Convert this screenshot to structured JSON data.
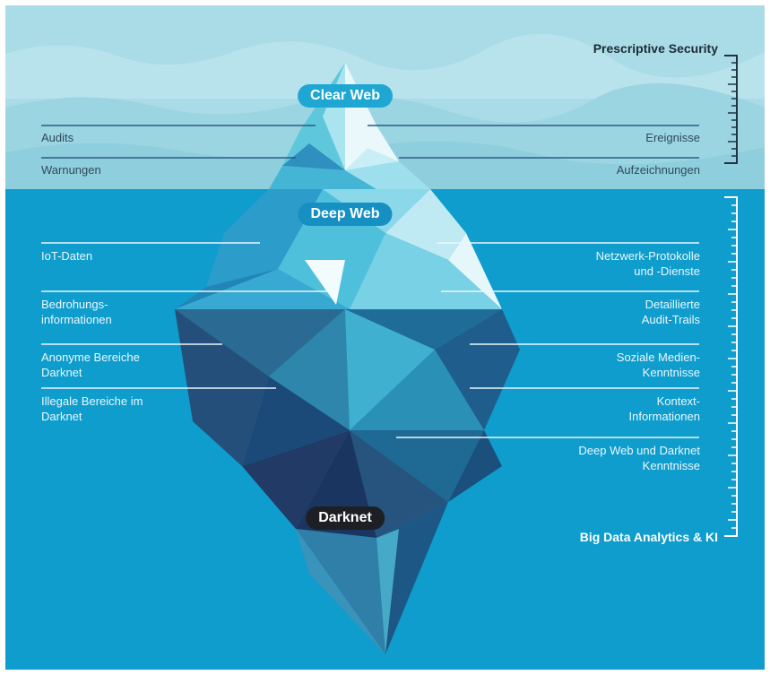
{
  "zones": {
    "clear_web": "Clear Web",
    "deep_web": "Deep Web",
    "darknet": "Darknet"
  },
  "scale": {
    "top_label": "Prescriptive Security",
    "bottom_label": "Big Data Analytics & KI"
  },
  "labels": {
    "left": [
      {
        "text": "Audits",
        "zone": "above"
      },
      {
        "text": "Warnungen",
        "zone": "above"
      },
      {
        "text": "IoT-Daten",
        "zone": "below"
      },
      {
        "text": "Bedrohungs-\ninformationen",
        "zone": "below"
      },
      {
        "text": "Anonyme Bereiche\nDarknet",
        "zone": "below"
      },
      {
        "text": "Illegale Bereiche im\nDarknet",
        "zone": "below"
      }
    ],
    "right": [
      {
        "text": "Ereignisse",
        "zone": "above"
      },
      {
        "text": "Aufzeichnungen",
        "zone": "above"
      },
      {
        "text": "Netzwerk-Protokolle\nund -Dienste",
        "zone": "below"
      },
      {
        "text": "Detaillierte\nAudit-Trails",
        "zone": "below"
      },
      {
        "text": "Soziale Medien-\nKenntnisse",
        "zone": "below"
      },
      {
        "text": "Kontext-\nInformationen",
        "zone": "below"
      },
      {
        "text": "Deep Web und Darknet\nKenntnisse",
        "zone": "below"
      }
    ]
  },
  "colors": {
    "sky": "#a6dbe6",
    "water": "#0e9ccc",
    "ice_light": "#e3f6fa",
    "ice_mid": "#6fd0e1",
    "ice_dark": "#1c3d68"
  }
}
